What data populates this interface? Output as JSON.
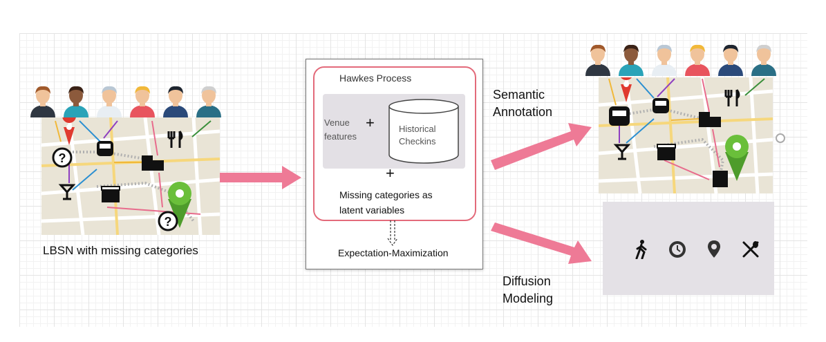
{
  "left_caption": "LBSN with missing categories",
  "center": {
    "title": "Hawkes Process",
    "venue_features": "Venue\nfeatures",
    "plus": "+",
    "historical": "Historical\nCheckins",
    "latent": "Missing categories as\nlatent variables",
    "em": "Expectation-Maximization"
  },
  "semantic_label": "Semantic\nAnnotation",
  "diffusion_label": "Diffusion\nModeling",
  "persons": [
    {
      "skin": "#f0c39b",
      "hair": "#a0592b",
      "shirt": "#2f3742",
      "name": "man-brown-hair-icon"
    },
    {
      "skin": "#8c5a3c",
      "hair": "#3a2216",
      "shirt": "#2aa3b8",
      "name": "woman-dark-icon"
    },
    {
      "skin": "#f0c39b",
      "hair": "#b9c7d4",
      "shirt": "#e8eef3",
      "name": "doctor-icon"
    },
    {
      "skin": "#f0c39b",
      "hair": "#f1b839",
      "shirt": "#e8545e",
      "name": "woman-blonde-icon"
    },
    {
      "skin": "#f0c39b",
      "hair": "#1f2630",
      "shirt": "#2b4a7a",
      "name": "woman-black-hair-icon"
    },
    {
      "skin": "#f0c39b",
      "hair": "#cfcfcf",
      "shirt": "#2a6f86",
      "name": "old-man-icon"
    }
  ],
  "colors": {
    "pink": "#e86b8c",
    "arrow_pink": "#ee7a96",
    "red_pin": "#e03a2f",
    "green_pin": "#6abf3a"
  },
  "panel_icons": [
    "walking-person-icon",
    "clock-icon",
    "location-pin-icon",
    "restaurant-icon"
  ]
}
